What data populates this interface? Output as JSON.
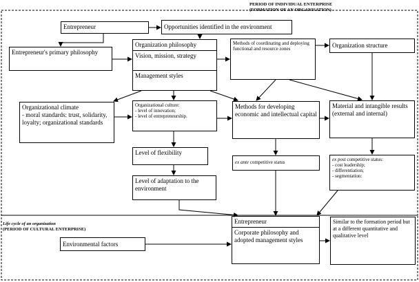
{
  "labels": {
    "period_individual_l1": "PERIOD OF INDIVIDUAL ENTERPRISE",
    "period_individual_l2": "(FORMATION OF AN ORGANISATION)",
    "lifecycle_l1": "Life cycle of an organization",
    "lifecycle_l2": "(PERIOD OF CULTURAL ENTERPRISE)"
  },
  "boxes": {
    "entrepreneur_top": "Entrepreneur",
    "opportunities": "Opportunities identified in the environment",
    "primary_philosophy": "Entrepreneur's primary philosophy",
    "org_philosophy": "Organization philosophy",
    "vision": "Vision, mission, strategy",
    "mgmt_styles": "Management styles",
    "methods_coord": "Methods of coordinating and deploying functional and resource zones",
    "org_structure": "Organization structure",
    "climate_title": "Organizational climate",
    "climate_body": "- moral standards: trust, solidarity, loyalty; organizational standards",
    "culture_title": "Organizational culture:",
    "culture_l1": "- level of innovation;",
    "culture_l2": "- level of entrepreneurship.",
    "methods_dev": "Methods for developing economic and intellectual capital",
    "results": "Material and intangible results (external and internal)",
    "flexibility": "Level of flexibility",
    "adaptation": "Level of adaptation to the environment",
    "exante_italic": "ex ante",
    "exante_rest": " competitive status",
    "expost_italic": "ex post",
    "expost_rest": " competitive status:",
    "expost_l1": "- cost leadership;",
    "expost_l2": "- differentiation;",
    "expost_l3": "- segmentation:",
    "entrepreneur_bottom": "Entrepreneur",
    "corporate": "Corporate philosophy and adopted management styles",
    "env_factors": "Environmental factors",
    "similar": "Similar to the formation period but at a different quantitative and qualitative level"
  }
}
